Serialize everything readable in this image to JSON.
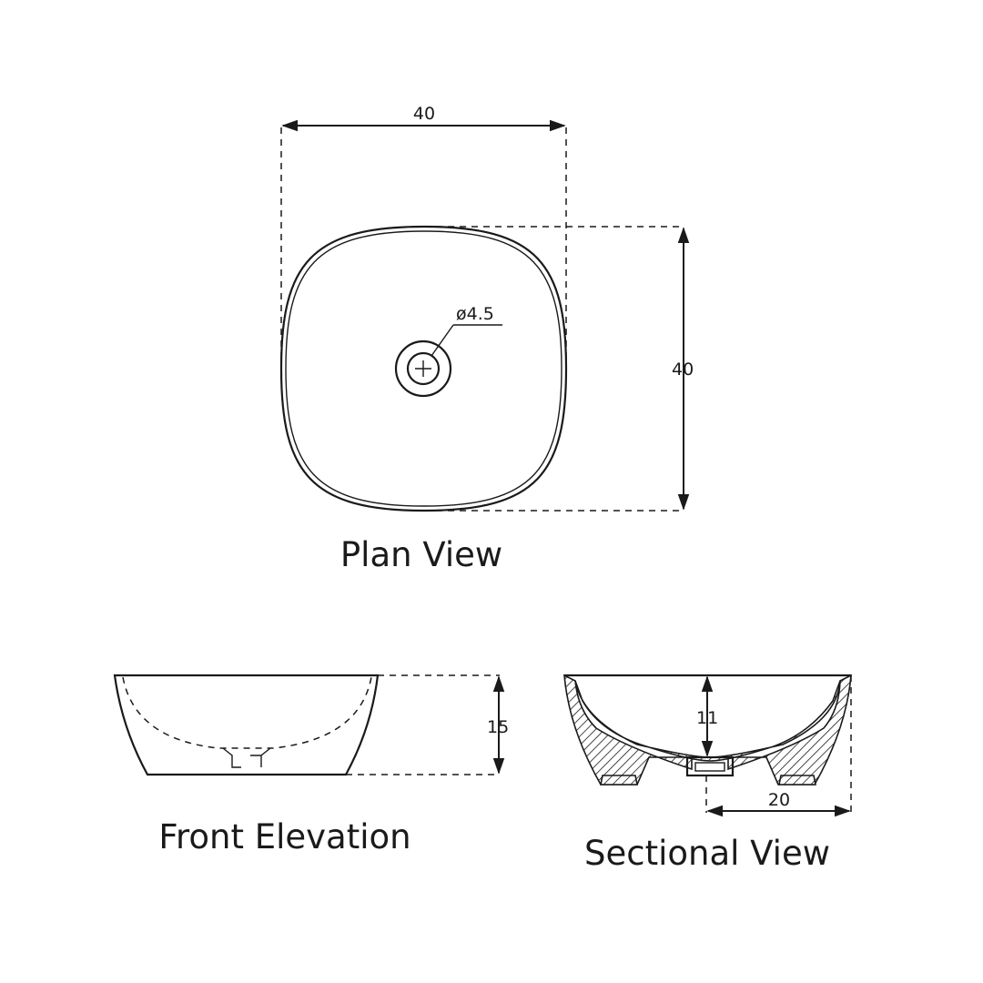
{
  "plan_view": {
    "title": "Plan View",
    "width_label": "40",
    "depth_label": "40",
    "drain_label": "ø4.5"
  },
  "front_elevation": {
    "title": "Front Elevation",
    "height_label": "15"
  },
  "sectional_view": {
    "title": "Sectional View",
    "inner_depth_label": "11",
    "base_label": "20"
  }
}
